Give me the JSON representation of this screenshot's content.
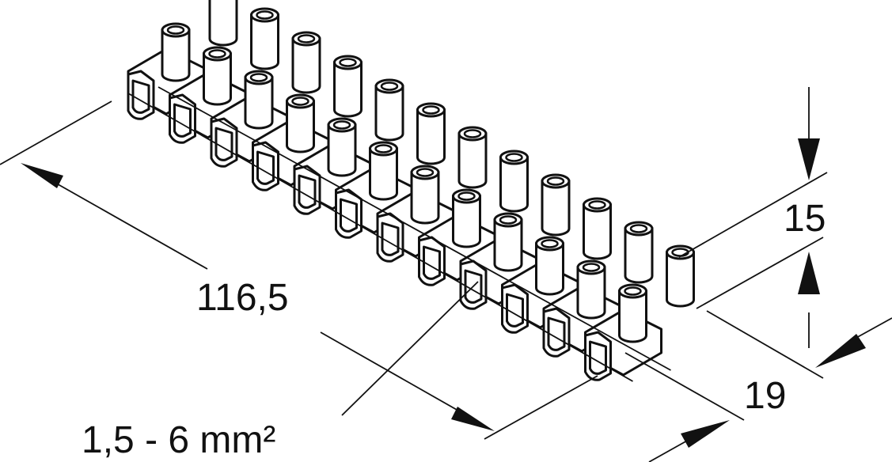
{
  "drawing": {
    "title": "",
    "subject": "terminal-strip",
    "terminal_pairs": 12
  },
  "dimensions": {
    "length": "116,5",
    "height": "15",
    "depth": "19",
    "cross_section": "1,5 - 6 mm²"
  },
  "colors": {
    "line": "#111111",
    "background": "#ffffff"
  }
}
